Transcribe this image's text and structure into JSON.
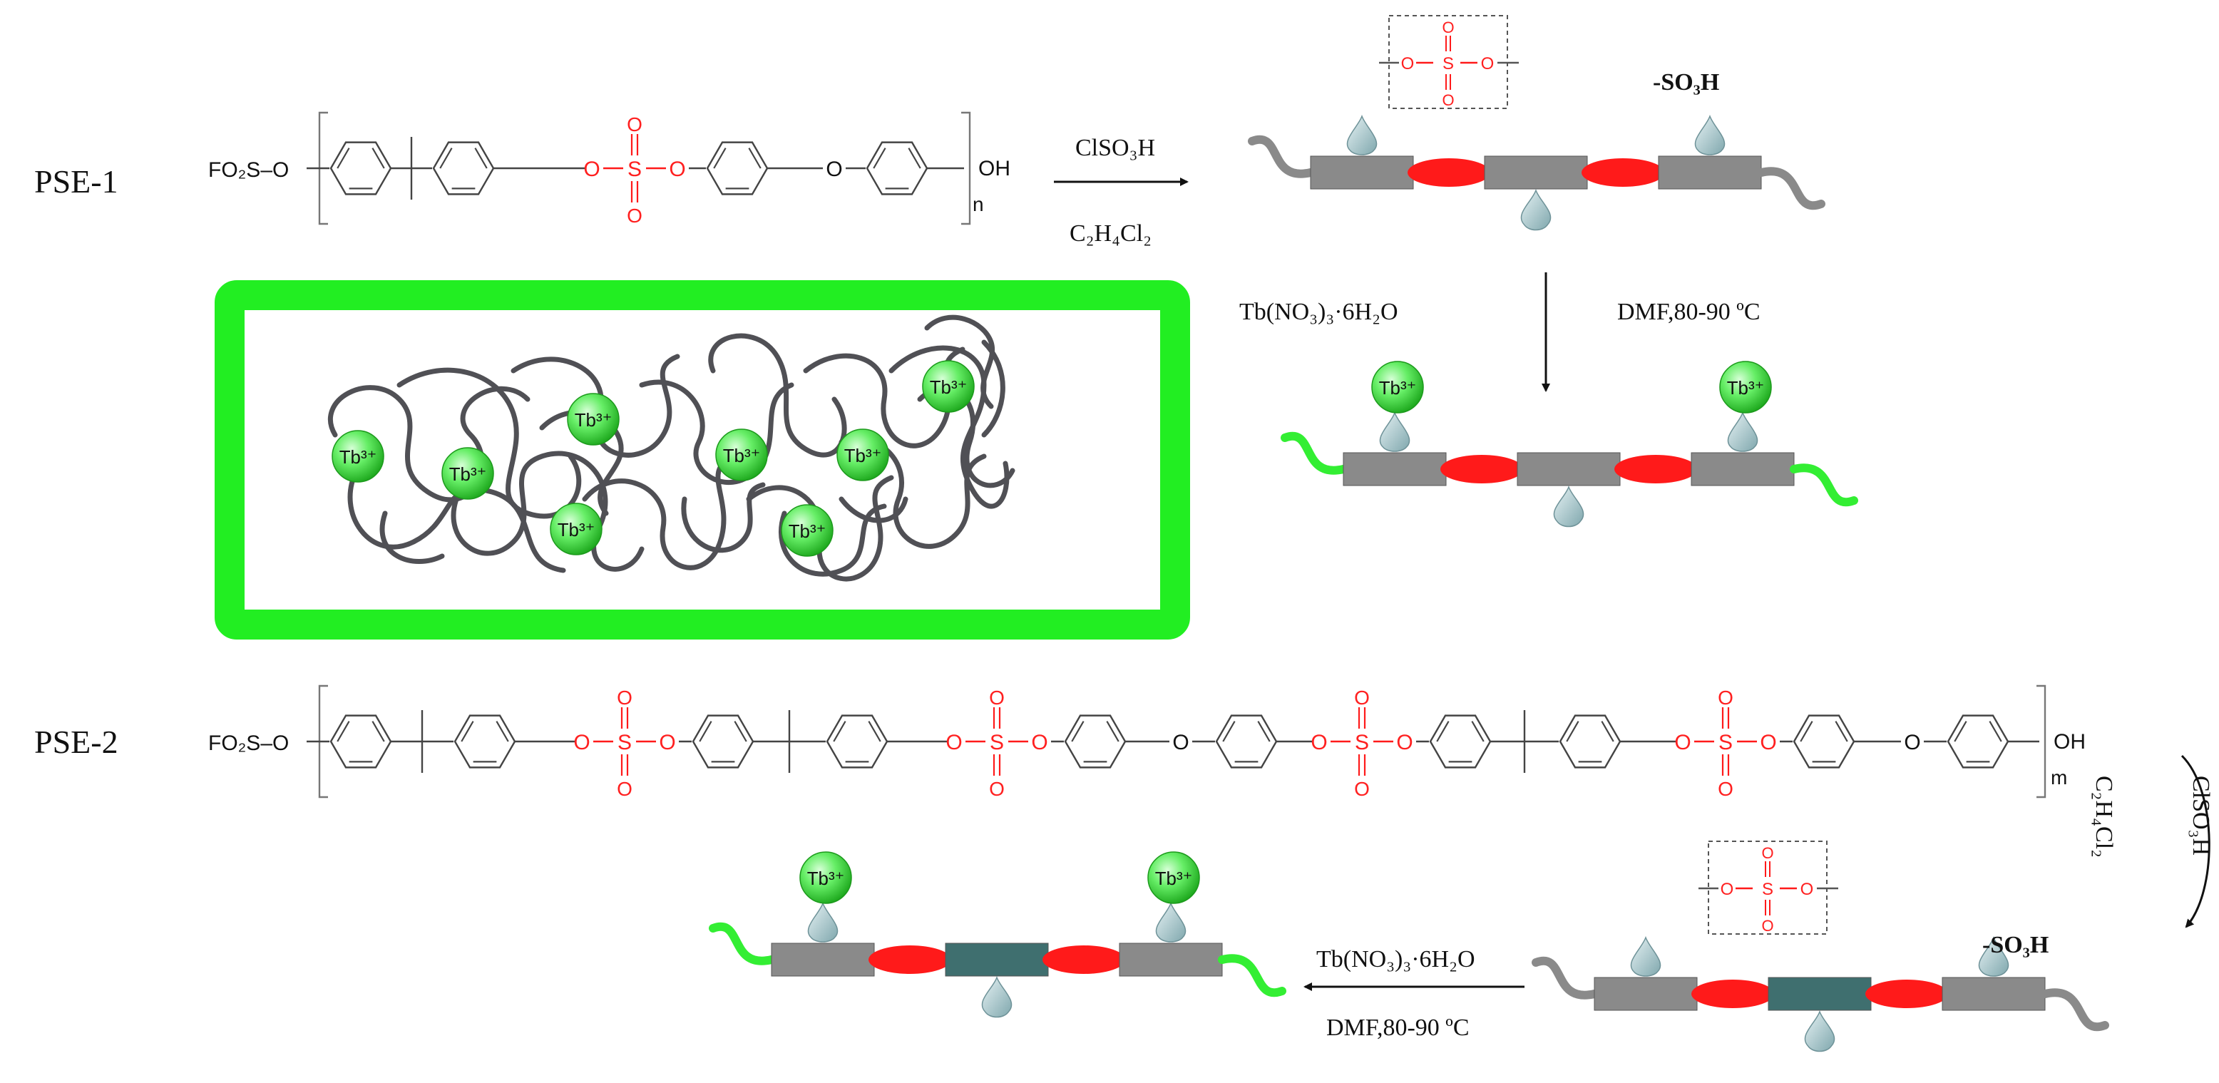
{
  "labels": {
    "pse1": "PSE-1",
    "pse2": "PSE-2",
    "end_group_left": "FO₂S–O",
    "end_group_right": "OH",
    "repeat_n": "n",
    "repeat_m": "m",
    "ether_o": "O",
    "sulfate_o": "O",
    "sulfate_s": "S",
    "sulfonic_acid": "-SO₃H",
    "terbium_ion": "Tb³⁺"
  },
  "reactions": {
    "sulfonation_reagent": "ClSO₃H",
    "sulfonation_solvent": "C₂H₄Cl₂",
    "coordination_reagent": "Tb(NO₃)₃·6H₂O",
    "coordination_conditions": "DMF,80-90 ºC"
  },
  "colors": {
    "backbone_gray": "#8a8a8a",
    "dark_block": "#3f6f6f",
    "sulfate_red": "#ff1a1a",
    "box_green": "#22ee22",
    "chain_green": "#33ee33",
    "ion_green": "#44dd44",
    "pendant_blue": "#a8c8cc",
    "network_gray": "#505055"
  }
}
